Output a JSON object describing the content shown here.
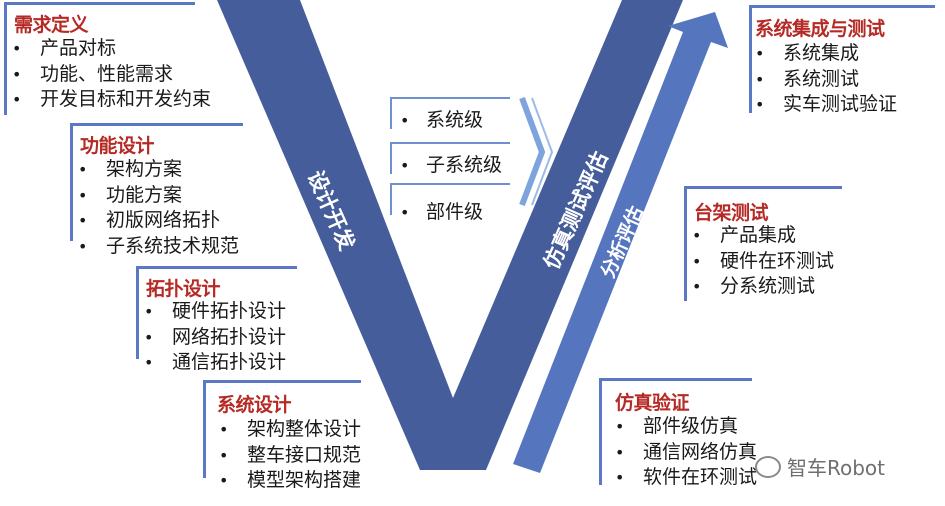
{
  "colors": {
    "v_shape": "#455d9a",
    "arrow": "#5575bf",
    "frame_border": "#5b78c4",
    "title_red": "#b52a25",
    "chevron": "#7fa3dc"
  },
  "left_branch": {
    "label": "设计开发",
    "boxes": [
      {
        "title": "需求定义",
        "items": [
          "产品对标",
          "功能、性能需求",
          "开发目标和开发约束"
        ]
      },
      {
        "title": "功能设计",
        "items": [
          "架构方案",
          "功能方案",
          "初版网络拓扑",
          "子系统技术规范"
        ]
      },
      {
        "title": "拓扑设计",
        "items": [
          "硬件拓扑设计",
          "网络拓扑设计",
          "通信拓扑设计"
        ]
      },
      {
        "title": "系统设计",
        "items": [
          "架构整体设计",
          "整车接口规范",
          "模型架构搭建"
        ]
      }
    ]
  },
  "center_levels": {
    "items": [
      "系统级",
      "子系统级",
      "部件级"
    ],
    "chevron_icon": "double-chevron-right"
  },
  "right_branch": {
    "label": "仿真测试评估",
    "arrow_label": "分析评估",
    "boxes": [
      {
        "title": "系统集成与测试",
        "items": [
          "系统集成",
          "系统测试",
          "实车测试验证"
        ]
      },
      {
        "title": "台架测试",
        "items": [
          "产品集成",
          "硬件在环测试",
          "分系统测试"
        ]
      },
      {
        "title": "仿真验证",
        "items": [
          "部件级仿真",
          "通信网络仿真",
          "软件在环测试"
        ]
      }
    ]
  },
  "watermark": {
    "icon": "wechat-icon",
    "text": "智车Robot"
  }
}
